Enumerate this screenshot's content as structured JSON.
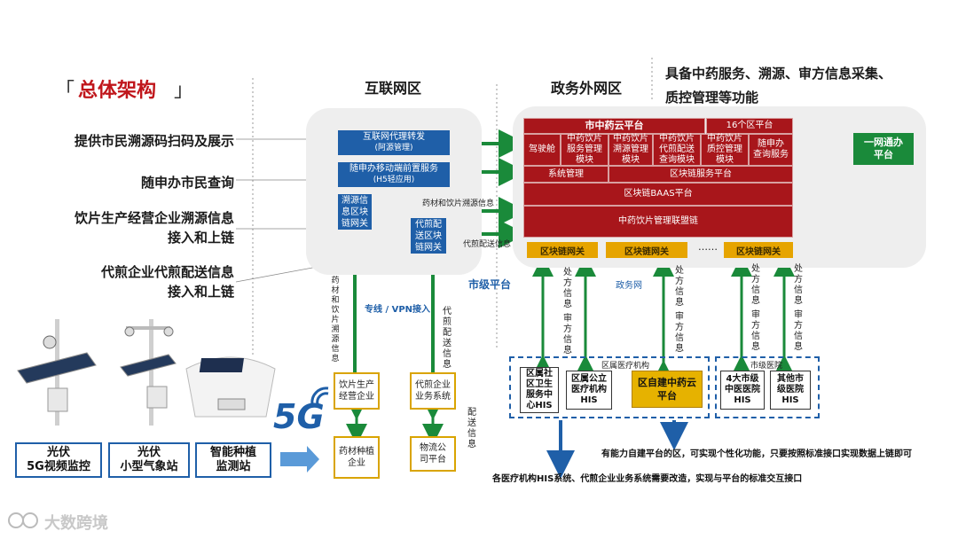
{
  "title": "总体架构",
  "title_bracket_open": "「",
  "title_bracket_close": "」",
  "left_labels": [
    {
      "lines": [
        "提供市民溯源码扫码及展示"
      ]
    },
    {
      "lines": [
        "随申办市民查询"
      ]
    },
    {
      "lines": [
        "饮片生产经营企业溯源信息",
        "接入和上链"
      ]
    },
    {
      "lines": [
        "代煎企业代煎配送信息",
        "接入和上链"
      ]
    }
  ],
  "zones": {
    "internet": "互联网区",
    "gov_external": "政务外网区",
    "functions": [
      "具备中药服务、溯源、审方信息采集、",
      "质控管理等功能"
    ]
  },
  "internet_boxes": {
    "proxy": [
      "互联网代理转发",
      "(阿源管理)"
    ],
    "mobile": [
      "随申办移动端前置服务",
      "(H5轻应用)"
    ],
    "trace_chain": [
      "溯源信",
      "息区块",
      "链网关"
    ],
    "decoct_chain": [
      "代煎配",
      "送区块",
      "链网关"
    ]
  },
  "flow_labels": {
    "herb_trace": "药材和饮片溯源信息",
    "decoct_delivery": "代煎配送信息",
    "city_platform": "市级平台",
    "gov_net": "政务网",
    "vpn": "专线 / VPN接入",
    "v_herb_trace": "药材和饮片溯源信息",
    "v_decoct_delivery": "代煎配送信息",
    "v_delivery": "配送信息",
    "v_rx1": "处方信息",
    "v_audit1": "审方信息",
    "v_rx2": "处方信息",
    "v_audit2": "审方信息",
    "v_rx3": "处方信息",
    "v_audit3": "审方信息",
    "v_rx4": "处方信息",
    "v_audit4": "审方信息"
  },
  "platform": {
    "city_tcm": "市中药云平台",
    "districts": "16个区平台",
    "modules": [
      [
        "驾驶舱"
      ],
      [
        "中药饮片",
        "服务管理",
        "模块"
      ],
      [
        "中药饮片",
        "溯源管理",
        "模块"
      ],
      [
        "中药饮片",
        "代煎配送",
        "查询模块"
      ],
      [
        "中药饮片",
        "质控管理",
        "模块"
      ],
      [
        "随申办",
        "查询服务"
      ]
    ],
    "sys_mgmt": "系统管理",
    "chain_service": "区块链服务平台",
    "baas": "区块链BAAS平台",
    "alliance": "中药饮片管理联盟链",
    "gateways": [
      "区块链网关",
      "区块链网关",
      "区块链网关"
    ],
    "ellipsis": "……",
    "one_net": [
      "一网通办",
      "平台"
    ]
  },
  "enterprises": {
    "production": [
      "饮片生产",
      "经营企业"
    ],
    "decoct": [
      "代煎企业",
      "业务系统"
    ],
    "planting": [
      "药材种植",
      "企业"
    ],
    "logistics": [
      "物流公",
      "司平台"
    ]
  },
  "hospitals": {
    "district_group": "区属医疗机构",
    "city_group": "市级医院",
    "community": [
      "区属社",
      "区卫生",
      "服务中",
      "心HIS"
    ],
    "district_public": [
      "区属公立",
      "医疗机构",
      "HIS"
    ],
    "district_tcm": [
      "区自建中药云",
      "平台"
    ],
    "city_tcm": [
      "4大市级",
      "中医医院",
      "HIS"
    ],
    "other_city": [
      "其他市",
      "级医院",
      "HIS"
    ]
  },
  "notes": {
    "self_build": "有能力自建平台的区，可实现个性化功能，只要按照标准接口实现数据上链即可",
    "his_modify": "各医疗机构HIS系统、代煎企业业务系统需要改造，实现与平台的标准交互接口"
  },
  "devices": [
    [
      "光伏",
      "5G视频监控"
    ],
    [
      "光伏",
      "小型气象站"
    ],
    [
      "智能种植",
      "监测站"
    ]
  ],
  "fiveg": "5G",
  "watermark": "大数跨境",
  "colors": {
    "red": "#a8161b",
    "blue": "#1f5fa8",
    "gold": "#e6a400",
    "green": "#1a8a3a"
  }
}
